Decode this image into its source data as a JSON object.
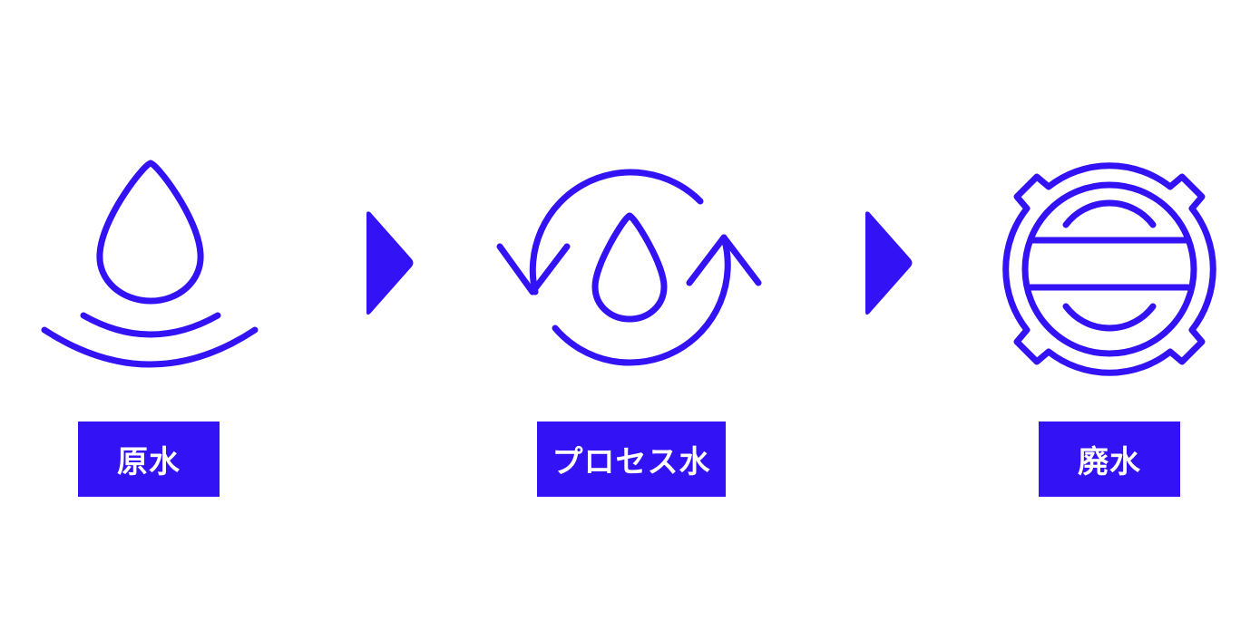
{
  "colors": {
    "accent": "#3312f5",
    "background": "#ffffff"
  },
  "steps": [
    {
      "label": "原水",
      "icon": "water-drop-ripple-icon"
    },
    {
      "label": "プロセス水",
      "icon": "water-drop-cycle-icon"
    },
    {
      "label": "廃水",
      "icon": "drain-cover-icon"
    }
  ],
  "connectors": [
    {
      "icon": "triangle-arrow-right-icon"
    },
    {
      "icon": "triangle-arrow-right-icon"
    }
  ]
}
